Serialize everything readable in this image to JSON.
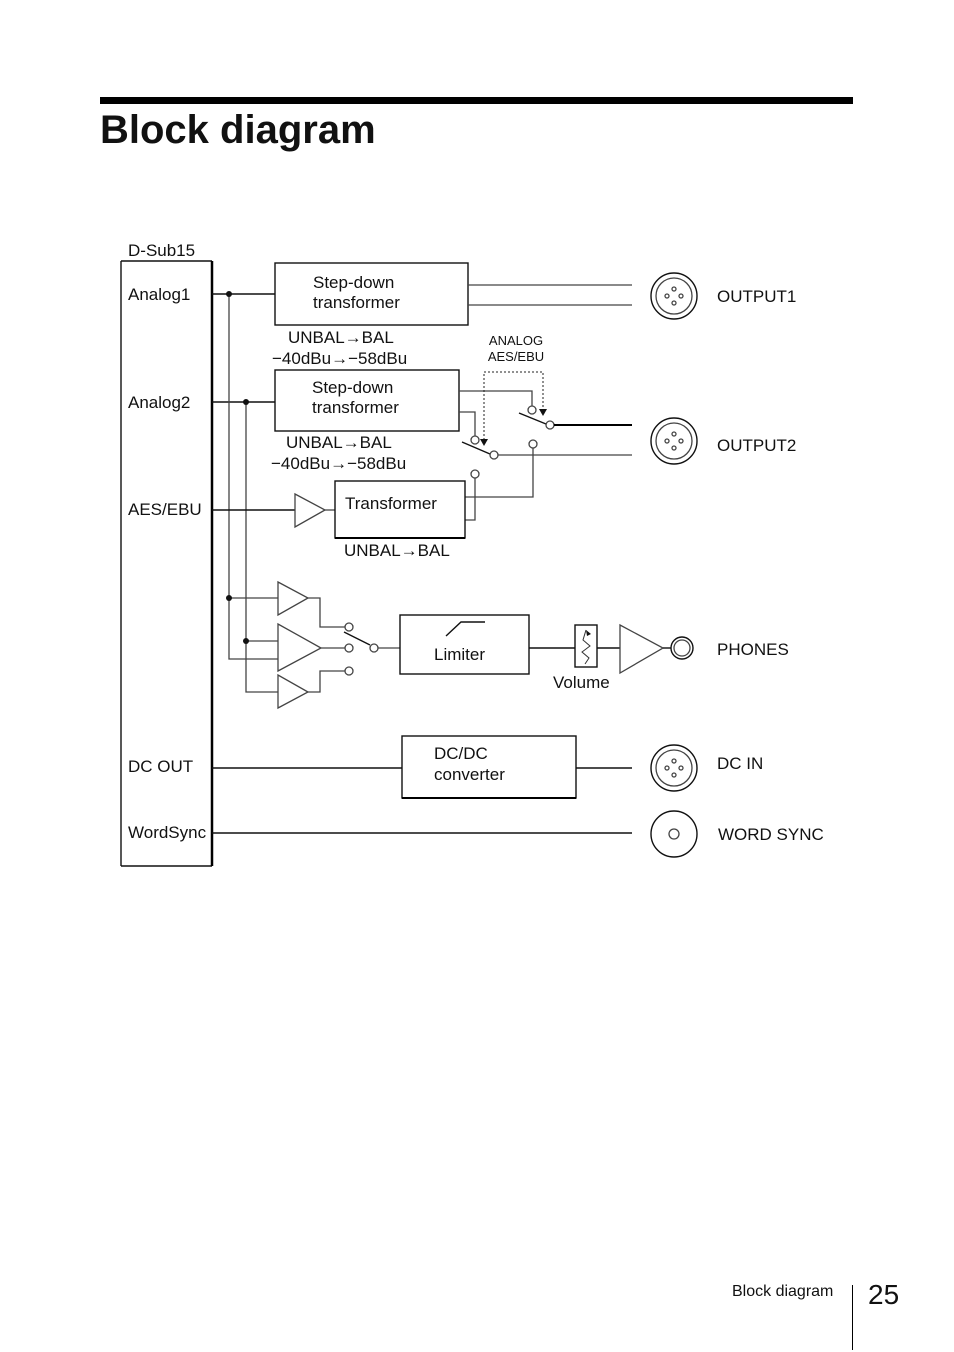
{
  "page": {
    "title": "Block diagram",
    "footer_label": "Block diagram",
    "page_number": "25"
  },
  "diagram": {
    "connector_label": "D-Sub15",
    "pins": {
      "analog1": "Analog1",
      "analog2": "Analog2",
      "aes_ebu": "AES/EBU",
      "dc_out": "DC OUT",
      "wordsync": "WordSync"
    },
    "blocks": {
      "stepdown1": [
        "Step-down",
        "transformer"
      ],
      "stepdown1_note": [
        "UNBAL→BAL",
        "−40dBu→−58dBu"
      ],
      "stepdown2": [
        "Step-down",
        "transformer"
      ],
      "stepdown2_note": [
        "UNBAL→BAL",
        "−40dBu→−58dBu"
      ],
      "transformer": "Transformer",
      "transformer_note": "UNBAL→BAL",
      "limiter": "Limiter",
      "volume": "Volume",
      "dcdc": [
        "DC/DC",
        "converter"
      ]
    },
    "switch_labels": [
      "ANALOG",
      "AES/EBU"
    ],
    "outputs": {
      "output1": "OUTPUT1",
      "output2": "OUTPUT2",
      "phones": "PHONES",
      "dc_in": "DC IN",
      "word_sync": "WORD SYNC"
    }
  }
}
